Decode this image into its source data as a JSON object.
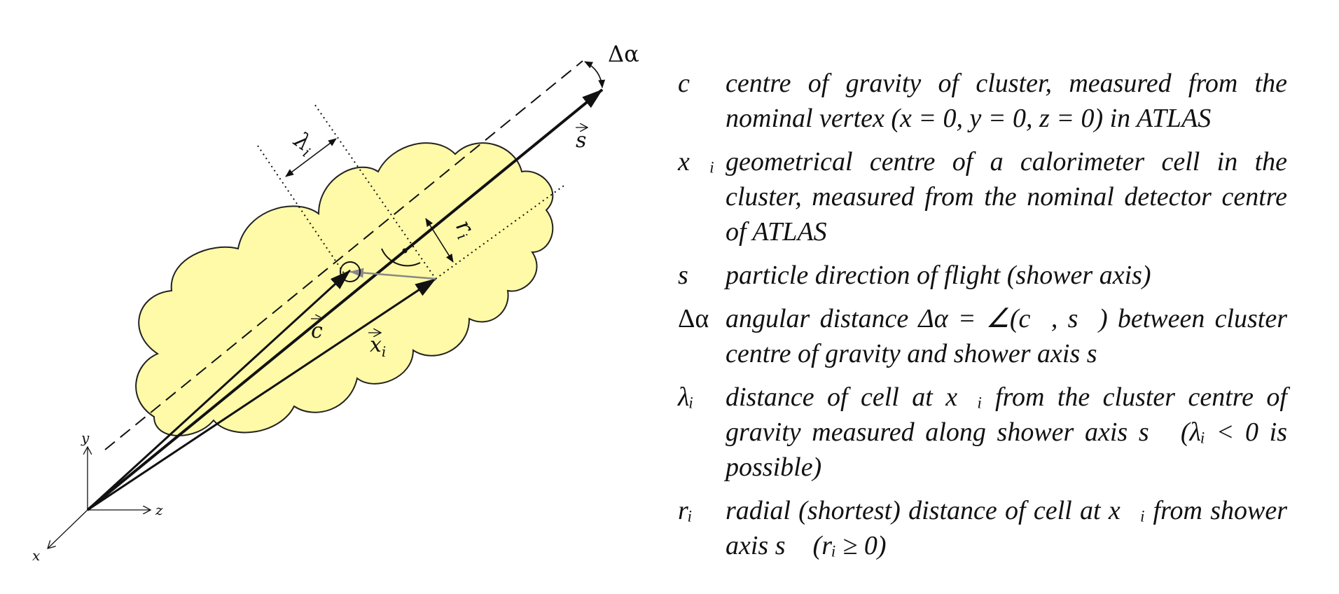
{
  "diagram": {
    "axis_labels": {
      "x": "x",
      "y": "y",
      "z": "z"
    },
    "vector_labels": {
      "c": "c",
      "xi_base": "x",
      "xi_sub": "i",
      "s": "s"
    },
    "quantity_labels": {
      "delta_alpha": "Δα",
      "lambda_base": "λ",
      "lambda_sub": "i",
      "r_base": "r",
      "r_sub": "i"
    },
    "colors": {
      "cluster_fill": "#fffaa8",
      "cluster_stroke": "#222222",
      "gray_vector": "#888888",
      "ink": "#111111"
    }
  },
  "legend": [
    {
      "symbol": "c⃗",
      "description": "centre of gravity of cluster, measured from the nominal vertex (x = 0, y = 0, z = 0) in ATLAS"
    },
    {
      "symbol": "x⃗ᵢ",
      "description": "geometrical centre of a calorimeter cell in the cluster, measured from the nominal detector centre of ATLAS"
    },
    {
      "symbol": "s⃗",
      "description": "particle direction of flight (shower axis)"
    },
    {
      "symbol": "Δα",
      "description": "angular distance Δα = ∠(c⃗, s⃗) between cluster centre of gravity and shower axis s⃗"
    },
    {
      "symbol": "λᵢ",
      "description": "distance of cell at x⃗ᵢ from the cluster centre of gravity measured along shower axis s⃗ (λᵢ < 0 is possible)"
    },
    {
      "symbol": "rᵢ",
      "description": "radial (shortest) distance of cell at x⃗ᵢ from shower axis s⃗ (rᵢ ≥ 0)"
    }
  ]
}
